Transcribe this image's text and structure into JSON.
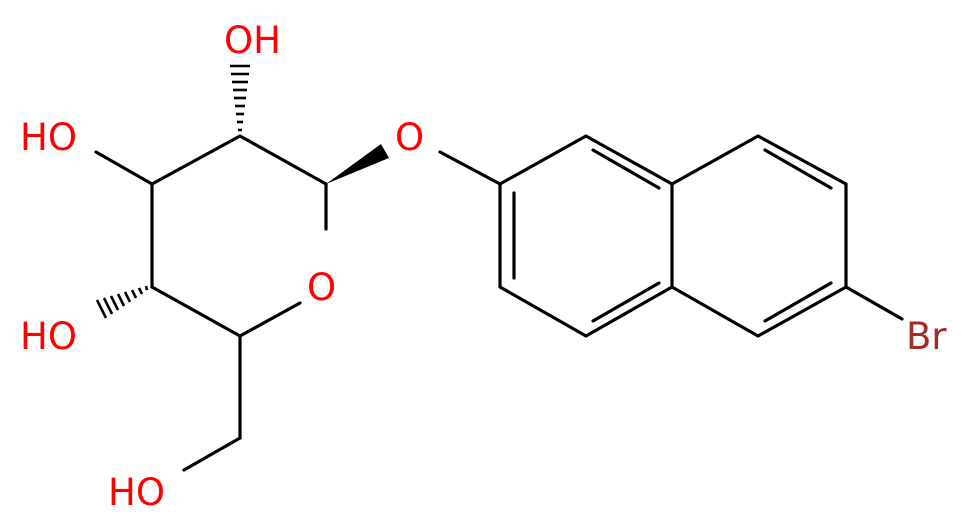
{
  "molecule": {
    "colors": {
      "bond": "#000000",
      "oxygen": "#ff0000",
      "bromine": "#a52a2a"
    },
    "atom_labels": {
      "oh_top": "OH",
      "oh_left": "HO",
      "oh_lower_left": "HO",
      "oh_bottom": "HO",
      "ring_oxygen": "O",
      "glycosidic_oxygen": "O",
      "bromine": "Br"
    }
  }
}
